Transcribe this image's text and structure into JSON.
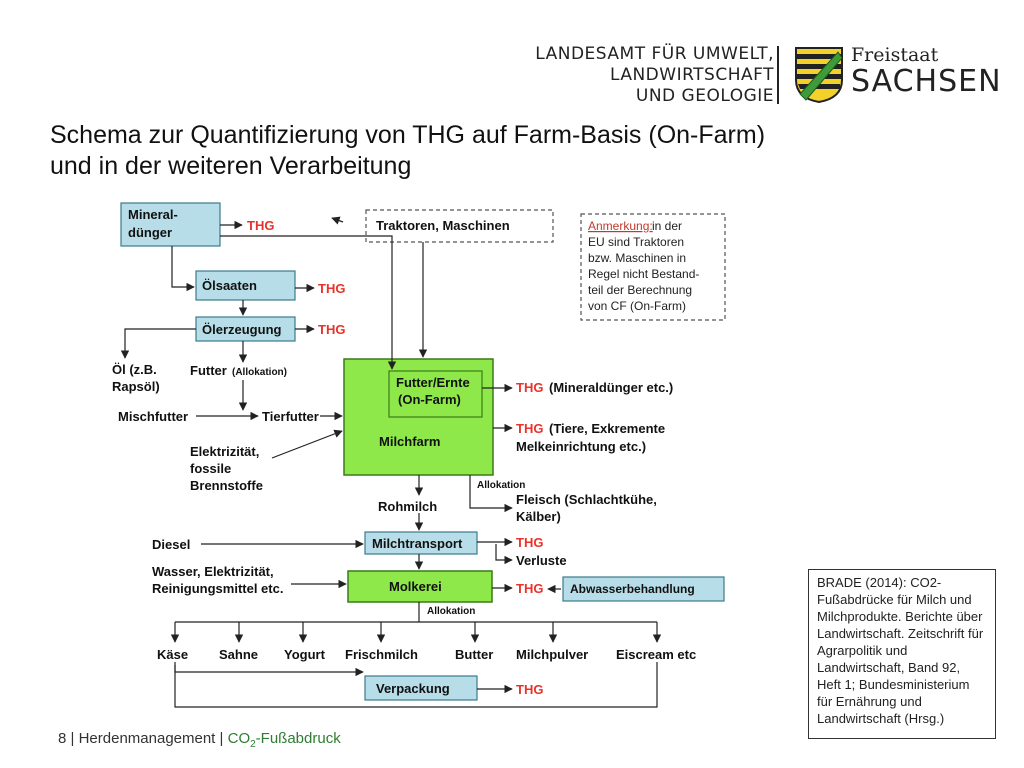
{
  "header": {
    "lfulg_line1": "LANDESAMT FÜR UMWELT,",
    "lfulg_line2": "LANDWIRTSCHAFT",
    "lfulg_line3": "UND GEOLOGIE",
    "state_line1": "Freistaat",
    "state_line2": "SACHSEN"
  },
  "title": "Schema zur Quantifizierung von THG auf Farm-Basis (On-Farm) und in der weiteren Verarbeitung",
  "diagram": {
    "thg": "THG",
    "mineral_1": "Mineral-",
    "mineral_2": "dünger",
    "traktoren": "Traktoren, Maschinen",
    "oelsaaten": "Ölsaaten",
    "oelerzeugung": "Ölerzeugung",
    "oel_1": "Öl (z.B.",
    "oel_2": "Rapsöl)",
    "futter": "Futter",
    "allokation_paren": "(Allokation)",
    "mischfutter": "Mischfutter",
    "tierfutter": "Tierfutter",
    "elektr_1": "Elektrizität,",
    "elektr_2": "fossile",
    "elektr_3": "Brennstoffe",
    "futter_ernte_1": "Futter/Ernte",
    "futter_ernte_2": "(On-Farm)",
    "milchfarm": "Milchfarm",
    "thg_mineral": "(Mineraldünger etc.)",
    "thg_tiere_1": "(Tiere, Exkremente",
    "thg_tiere_2": "Melkeinrichtung etc.)",
    "note_u": "Anmerkung:",
    "note_1": " in der",
    "note_2": "EU sind Traktoren",
    "note_3": "bzw. Maschinen in",
    "note_4": "Regel nicht Bestand-",
    "note_5": "teil der Berechnung",
    "note_6": "von CF (On-Farm)",
    "rohmilch": "Rohmilch",
    "allokation": "Allokation",
    "fleisch_1": "Fleisch (Schlachtkühe,",
    "fleisch_2": "Kälber)",
    "diesel": "Diesel",
    "milchtransport": "Milchtransport",
    "verluste": "Verluste",
    "wasser_1": "Wasser, Elektrizität,",
    "wasser_2": "Reinigungsmittel etc.",
    "molkerei": "Molkerei",
    "abwasser": "Abwasserbehandlung",
    "products": [
      "Käse",
      "Sahne",
      "Yogurt",
      "Frischmilch",
      "Butter",
      "Milchpulver",
      "Eiscream etc"
    ],
    "verpackung": "Verpackung"
  },
  "reference": "BRADE (2014): CO2-Fußabdrücke für Milch und Milchprodukte. Berichte über Landwirtschaft. Zeitschrift für Agrarpolitik und Landwirtschaft, Band 92, Heft 1; Bundesministerium für Ernährung und Landwirtschaft (Hrsg.)",
  "footer": {
    "page": "8",
    "sep": "|",
    "section": "Herdenmanagement",
    "topic_prefix": "CO",
    "topic_sub": "2",
    "topic_suffix": "-Fußabdruck"
  },
  "colors": {
    "box_blue": "#b7dde8",
    "milchfarm_green": "#8ee84a",
    "thg_red": "#e8322a"
  }
}
